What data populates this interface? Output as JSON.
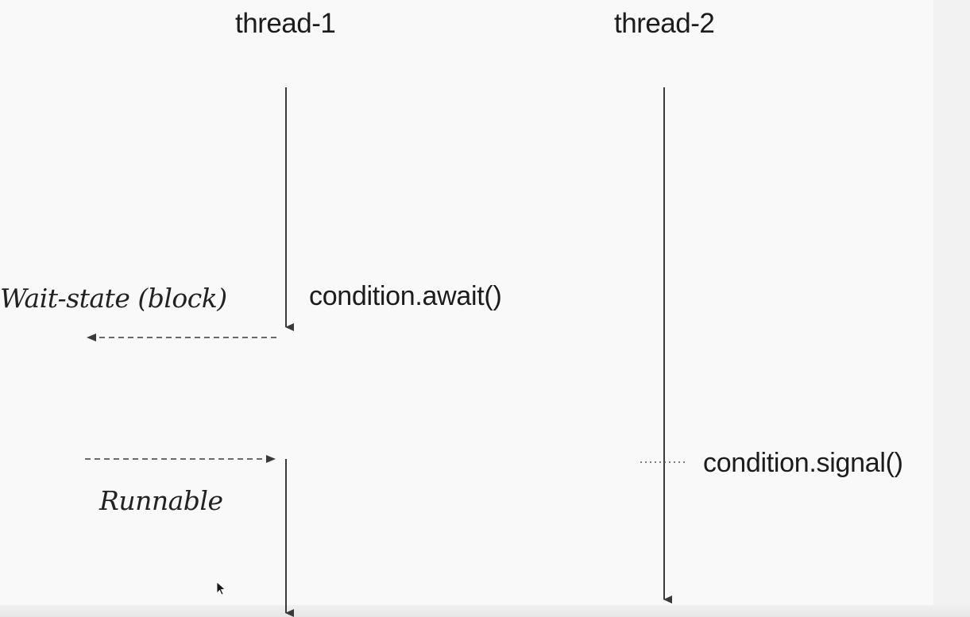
{
  "threads": [
    {
      "name": "thread-1"
    },
    {
      "name": "thread-2"
    }
  ],
  "calls": {
    "await": "condition.await()",
    "signal": "condition.signal()"
  },
  "states": {
    "wait": "Wait-state (block)",
    "runnable": "Runnable"
  },
  "colors": {
    "line": "#3a3a3a",
    "text": "#1c1c1c"
  }
}
